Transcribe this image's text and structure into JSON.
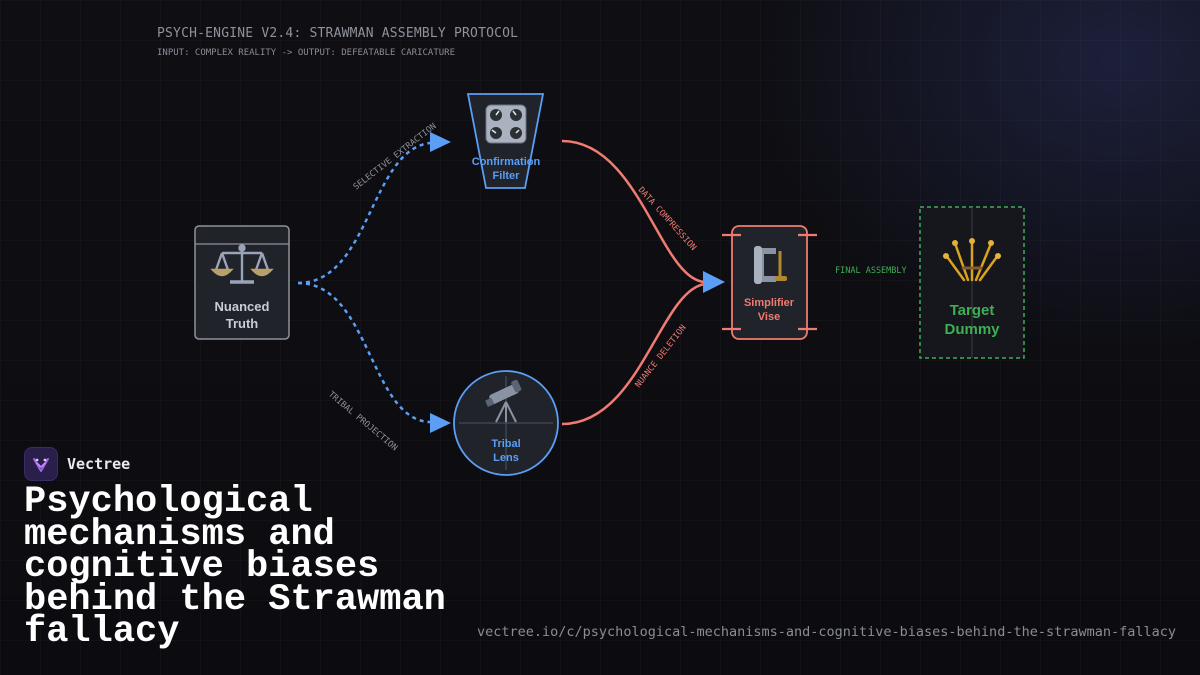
{
  "header": {
    "title": "PSYCH-ENGINE V2.4: STRAWMAN ASSEMBLY PROTOCOL",
    "subtitle": "INPUT: COMPLEX REALITY -> OUTPUT: DEFEATABLE CARICATURE"
  },
  "nodes": {
    "truth": {
      "line1": "Nuanced",
      "line2": "Truth",
      "icon": "balance-scale-icon",
      "color": "#c9ccd3"
    },
    "filter": {
      "line1": "Confirmation",
      "line2": "Filter",
      "icon": "control-knobs-icon",
      "color": "#5b9ef5"
    },
    "lens": {
      "line1": "Tribal",
      "line2": "Lens",
      "icon": "telescope-icon",
      "color": "#5b9ef5"
    },
    "vise": {
      "line1": "Simplifier",
      "line2": "Vise",
      "icon": "clamp-icon",
      "color": "#f07b72"
    },
    "dummy": {
      "line1": "Target",
      "line2": "Dummy",
      "icon": "straw-sheaf-icon",
      "color": "#3fae54"
    }
  },
  "edges": {
    "selective": "SELECTIVE EXTRACTION",
    "tribal": "TRIBAL PROJECTION",
    "compression": "DATA COMPRESSION",
    "deletion": "NUANCE DELETION",
    "final": "FINAL ASSEMBLY"
  },
  "colors": {
    "blue": "#5b9ef5",
    "red": "#f07b72",
    "green": "#3fae54",
    "grey": "#8f929b"
  },
  "footer": {
    "brand": "Vectree",
    "headline": "Psychological mechanisms and cognitive biases behind the Strawman fallacy",
    "url": "vectree.io/c/psychological-mechanisms-and-cognitive-biases-behind-the-strawman-fallacy"
  }
}
